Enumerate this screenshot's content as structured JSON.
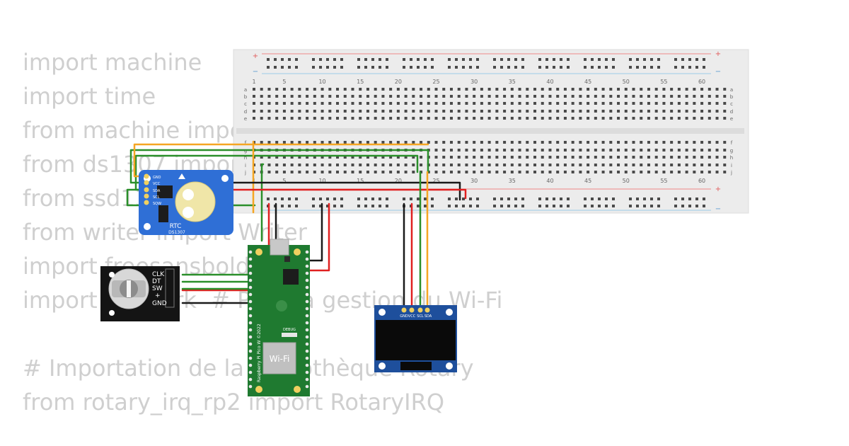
{
  "code_lines": [
    "import machine",
    "import time",
    "from machine import Pin, I2C",
    "from ds1307 import DS1307",
    "from ssd1306 import SSD1306_I2C",
    "from writer import Writer",
    "import freesansbold20",
    "import network  # Pour la gestion du Wi-Fi",
    "",
    "# Importation de la bibliothèque Rotary",
    "from rotary_irq_rp2 import RotaryIRQ"
  ],
  "breadboard": {
    "plus_symbol": "+",
    "minus_symbol": "−",
    "column_numbers": [
      "1",
      "5",
      "10",
      "15",
      "20",
      "25",
      "30",
      "35",
      "40",
      "45",
      "50",
      "55",
      "60"
    ],
    "rows_top": [
      "a",
      "b",
      "c",
      "d",
      "e"
    ],
    "rows_bottom": [
      "f",
      "g",
      "h",
      "i",
      "j"
    ]
  },
  "rtc": {
    "label": "RTC",
    "chip": "DS1307",
    "pins": [
      "GND",
      "VCC",
      "SDA",
      "SCL",
      "SQW"
    ]
  },
  "encoder": {
    "pins": [
      "CLK",
      "DT",
      "SW",
      "+",
      "GND"
    ]
  },
  "pico": {
    "board_label": "Raspberry Pi Pico W ©2022",
    "wifi_label": "Wi-Fi",
    "debug_label": "DEBUG"
  },
  "oled": {
    "pins": [
      "GND",
      "VCC",
      "SCL",
      "SDA"
    ]
  },
  "colors": {
    "wire_yellow": "#f5a623",
    "wire_green": "#2a8f2a",
    "wire_red": "#e02020",
    "wire_black": "#1a1a1a",
    "pico_green": "#1f7a30",
    "rtc_blue": "#2f6fd6",
    "oled_blue": "#1e4f9c"
  }
}
